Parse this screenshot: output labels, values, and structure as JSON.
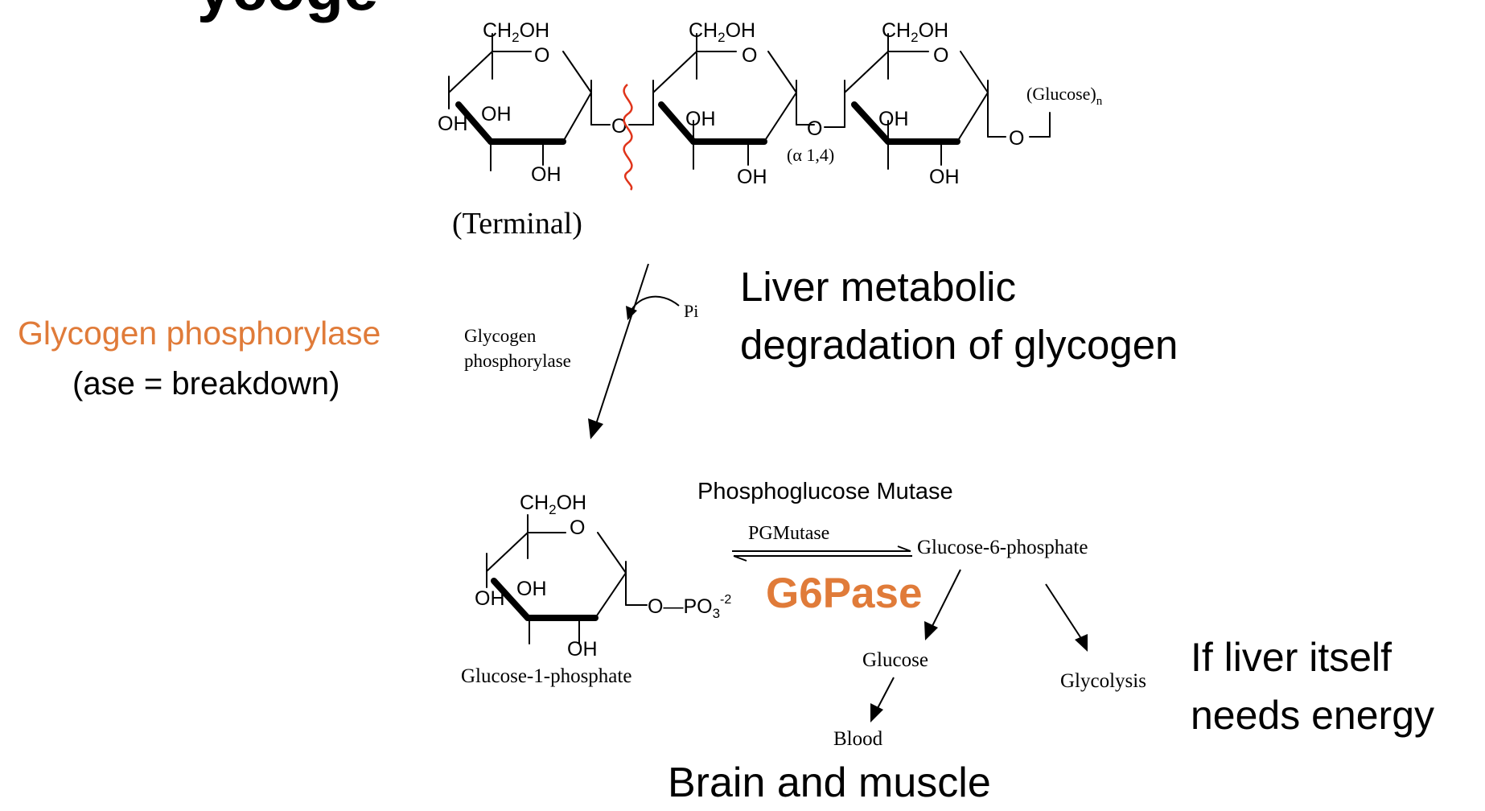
{
  "header": {
    "title_fragment": "ycoge"
  },
  "glycogen_chain": {
    "ring_ch2oh": "CH",
    "ring_ch2oh_sub": "2",
    "ring_ch2oh_tail": "OH",
    "ring_o": "O",
    "oh": "OH",
    "linkage_o": "O",
    "linkage_label": "(α 1,4)",
    "tail_label": "(Glucose)",
    "tail_label_sub": "n",
    "terminal_label": "(Terminal)"
  },
  "step1": {
    "enzyme_line1": "Glycogen",
    "enzyme_line2": "phosphorylase",
    "cofactor": "Pi"
  },
  "annotations": {
    "left_enzyme": "Glycogen phosphorylase",
    "left_note": "(ase = breakdown)",
    "title_line1": "Liver metabolic",
    "title_line2": "degradation of glycogen",
    "mutase_title": "Phosphoglucose Mutase",
    "g6pase": "G6Pase",
    "energy_line1": "If liver itself",
    "energy_line2": "needs energy",
    "bottom": "Brain and muscle"
  },
  "g1p": {
    "ch2oh": "CH",
    "ch2oh_sub": "2",
    "ch2oh_tail": "OH",
    "ring_o": "O",
    "oh": "OH",
    "phosphate": "O—PO",
    "phosphate_sub": "3",
    "phosphate_sup": "-2",
    "name": "Glucose-1-phosphate"
  },
  "pathway": {
    "pgmutase": "PGMutase",
    "g6p": "Glucose-6-phosphate",
    "glucose": "Glucose",
    "glycolysis": "Glycolysis",
    "blood": "Blood"
  },
  "colors": {
    "accent_orange": "#e07b39",
    "cleavage_red": "#e0341a",
    "text": "#000000"
  }
}
